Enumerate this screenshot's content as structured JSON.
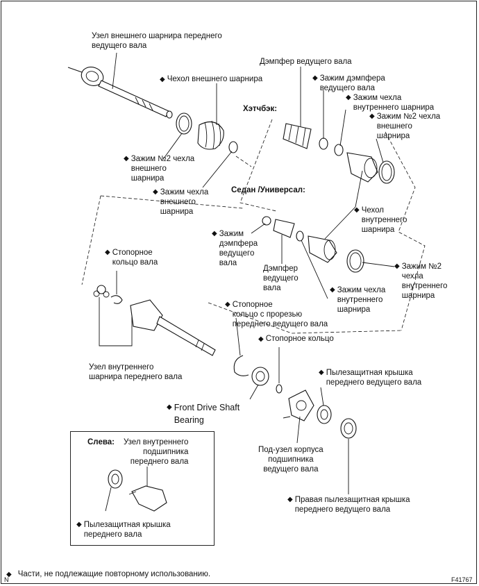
{
  "labels": {
    "outer_joint_assembly": "Узел внешнего шарнира переднего\nведущего вала",
    "outer_boot": "Чехол внешнего шарнира",
    "no2_clamp_outer": "Зажим №2 чехла\nвнешнего\nшарнира",
    "clamp_outer": "Зажим  чехла\nвнешнего\nшарнира",
    "damper_top": "Дэмпфер ведущего вала",
    "damper_clamp_top": "Зажим дэмпфера\nведущего вала",
    "inner_clamp_top": "Зажим чехла\nвнутреннего шарнира",
    "no2_clamp_outer_right": "Зажим №2 чехла\nвнешнего\nшарнира",
    "hatchback": "Хэтчбэк:",
    "sedan_wagon": "Седан /Универсал:",
    "inner_boot": "Чехол\nвнутреннего\nшарнира",
    "damper_clamp_mid": "Зажим\nдэмпфера\nведущего\nвала",
    "damper_mid": "Дэмпфер\nведущего\nвала",
    "no2_clamp_inner": "Зажим №2\nчехла\nвнутреннего\nшарнира",
    "inner_clamp_mid": "Зажим чехла\nвнутреннего\nшарнира",
    "snap_ring_shaft": "Стопорное\nкольцо вала",
    "slotted_snap_ring": "Стопорное\nкольцо с прорезью\nпереднего ведущего вала",
    "snap_ring": "Стопорное кольцо",
    "inner_joint_assembly": "Узел внутреннего\nшарнира переднего вала",
    "dust_cover_front": "Пылезащитная крышка\nпереднего ведущего вала",
    "bearing": "Front Drive Shaft\nBearing",
    "bearing_housing": "Под-узел корпуса\nподшипника\nведущего вала",
    "right_dust_cover": "Правая пылезащитная крышка\nпереднего ведущего вала"
  },
  "inset": {
    "heading": "Слева:",
    "title": "Узел внутреннего\nподшипника\nпереднего вала",
    "dust_cover": "Пылезащитная крышка\nпереднего вала"
  },
  "legend": {
    "symbol": "◆",
    "text": "Части, не подлежащие повторному использованию."
  },
  "corner_left": "N",
  "figure_id": "F41767"
}
